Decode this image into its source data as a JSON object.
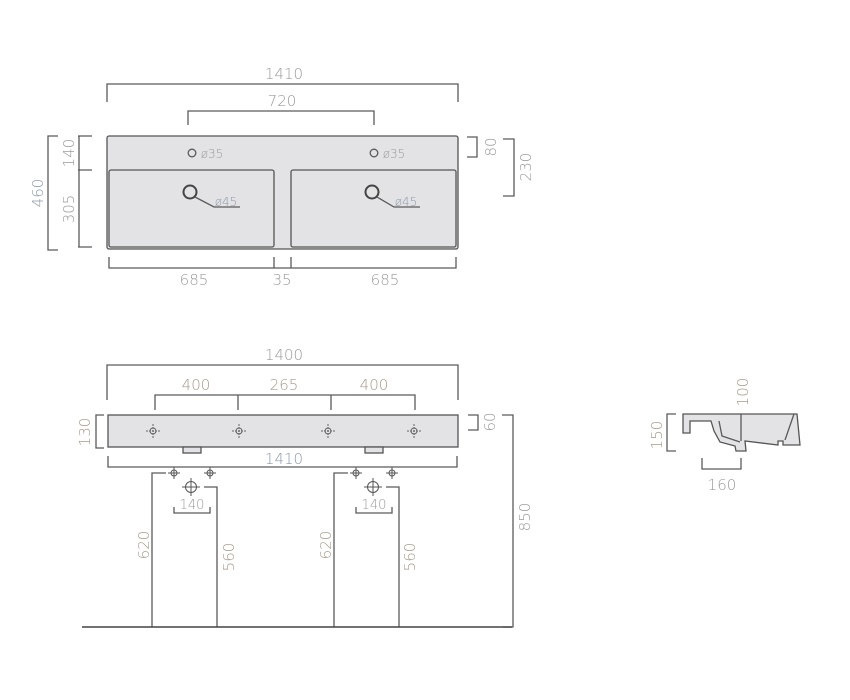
{
  "top_view": {
    "overall_width": "1410",
    "tap_spacing": "720",
    "tap_hole": "ø35",
    "drain_hole": "ø45",
    "total_depth": "460",
    "deck_depth": "140",
    "basin_depth": "305",
    "tap_offset": "80",
    "drain_offset": "230",
    "basin_width_left": "685",
    "divider_width": "35",
    "basin_width_right": "685"
  },
  "front_view": {
    "overall_width": "1400",
    "segment_left": "400",
    "segment_middle": "265",
    "segment_right": "400",
    "height": "130",
    "tap_height": "60",
    "bottom_width": "1410",
    "mounting_height": "850",
    "supply_spacing_left": "140",
    "supply_spacing_right": "140",
    "supply_height_left": "620",
    "waste_height_left": "560",
    "supply_height_right": "620",
    "waste_height_right": "560"
  },
  "side_view": {
    "height": "150",
    "drain_depth": "100",
    "drain_offset": "160"
  }
}
